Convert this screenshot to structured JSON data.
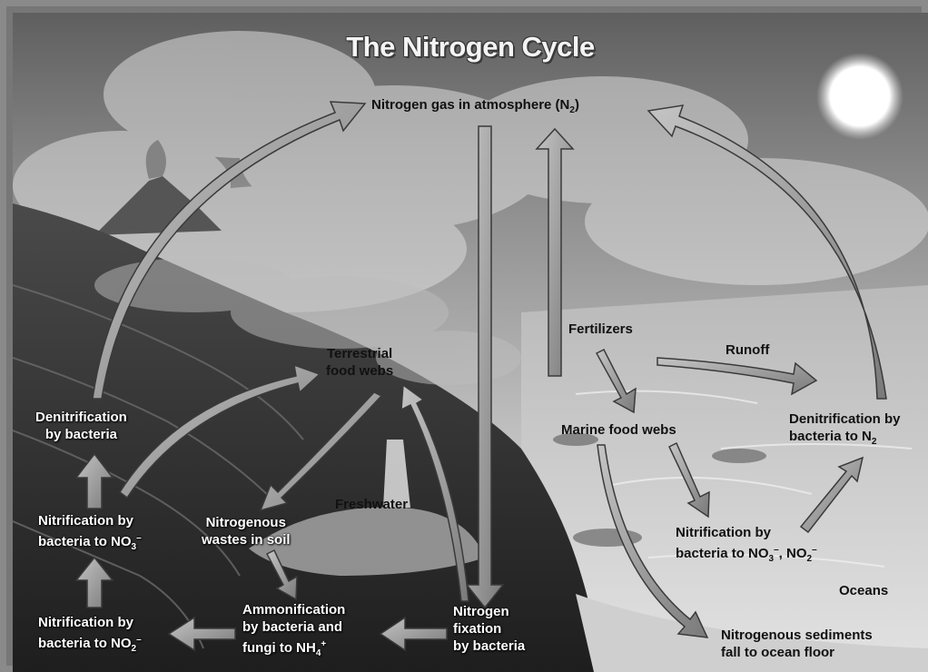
{
  "title": "The Nitrogen Cycle",
  "labels": {
    "atmosphere": "Nitrogen gas in atmosphere (N",
    "atmosphere_sub": "2",
    "atmosphere_end": ")",
    "fertilizers": "Fertilizers",
    "runoff": "Runoff",
    "terrestrial_1": "Terrestrial",
    "terrestrial_2": "food webs",
    "denit_land_1": "Denitrification",
    "denit_land_2": "by bacteria",
    "nitrif_no3_1": "Nitrification by",
    "nitrif_no3_2": "bacteria to NO",
    "nitrif_no3_sub": "3",
    "nitrif_no3_sup": "–",
    "nitrif_no2_1": "Nitrification by",
    "nitrif_no2_2": "bacteria to NO",
    "nitrif_no2_sub": "2",
    "nitrif_no2_sup": "–",
    "wastes_1": "Nitrogenous",
    "wastes_2": "wastes in soil",
    "freshwater": "Freshwater",
    "ammon_1": "Ammonification",
    "ammon_2": "by bacteria and",
    "ammon_3": "fungi to NH",
    "ammon_sub": "4",
    "ammon_sup": "+",
    "fixation_1": "Nitrogen",
    "fixation_2": "fixation",
    "fixation_3": "by bacteria",
    "marine": "Marine food webs",
    "denit_ocean_1": "Denitrification by",
    "denit_ocean_2": "bacteria to N",
    "denit_ocean_sub": "2",
    "nitrif_ocean_1": "Nitrification by",
    "nitrif_ocean_2": "bacteria to NO",
    "nitrif_ocean_sub3": "3",
    "nitrif_ocean_sup3": "–",
    "nitrif_ocean_mid": ", NO",
    "nitrif_ocean_sub2": "2",
    "nitrif_ocean_sup2": "–",
    "oceans": "Oceans",
    "sediments_1": "Nitrogenous sediments",
    "sediments_2": "fall to ocean floor"
  },
  "colors": {
    "arrow_fill": "#9a9a9a",
    "arrow_stroke": "#3a3a3a",
    "sun": "#ffffff"
  }
}
